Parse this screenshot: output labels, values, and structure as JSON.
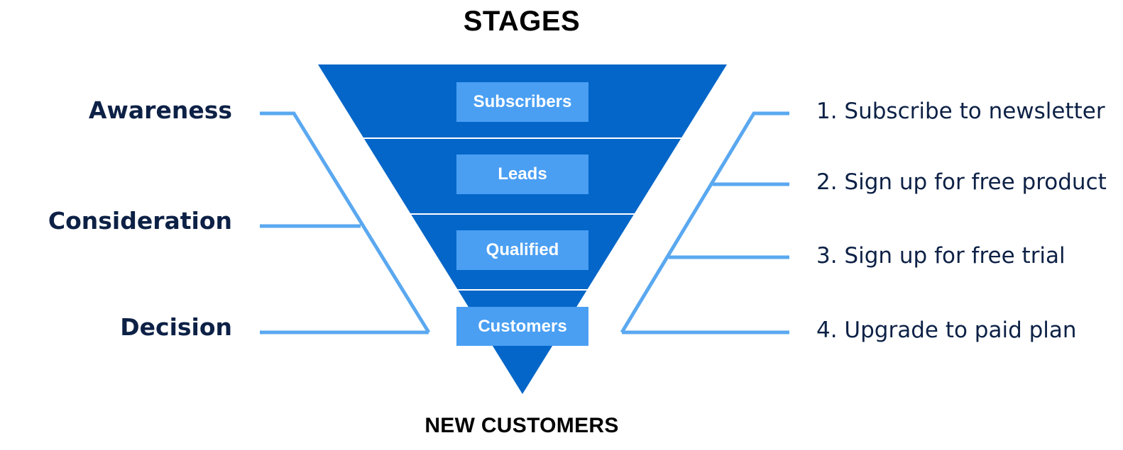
{
  "title": "STAGES",
  "footer": "NEW CUSTOMERS",
  "funnel_stages": [
    "Subscribers",
    "Leads",
    "Qualified",
    "Customers"
  ],
  "buyer_journey": [
    "Awareness",
    "Consideration",
    "Decision"
  ],
  "steps": [
    "1. Subscribe to newsletter",
    "2. Sign up for free product",
    "3. Sign up for free trial",
    "4. Upgrade to paid plan"
  ],
  "colors": {
    "funnel": "#0466c8",
    "stage_box": "#4a9ff3",
    "connector": "#5aa8f0",
    "label_text": "#0d2146",
    "title_text": "#000000"
  }
}
